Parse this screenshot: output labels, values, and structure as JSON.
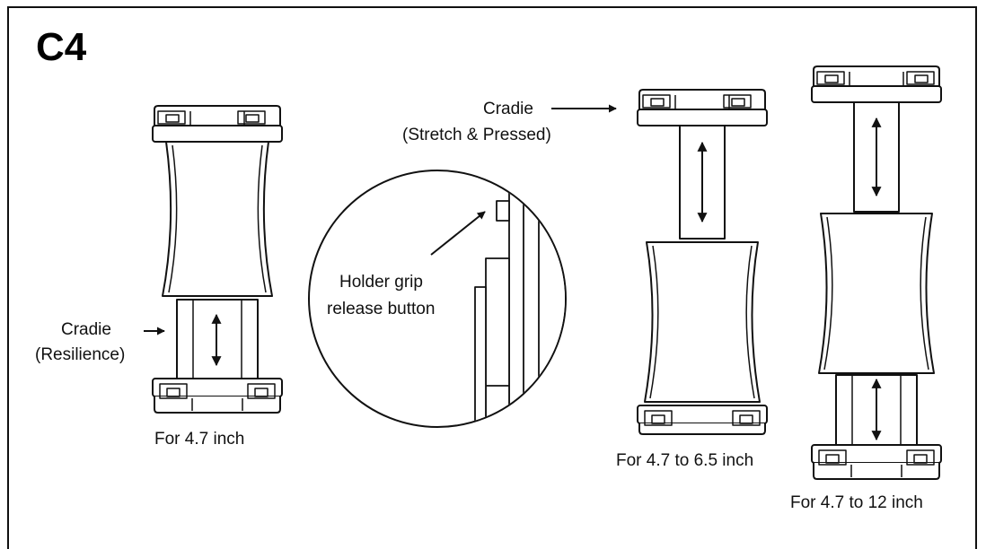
{
  "section": "C4",
  "labels": {
    "cradle_resilience_1": "Cradie",
    "cradle_resilience_2": "(Resilience)",
    "cradle_stretch_1": "Cradie",
    "cradle_stretch_2": "(Stretch & Pressed)",
    "grip_1": "Holder grip",
    "grip_2": "release button"
  },
  "captions": {
    "c1": "For 4.7 inch",
    "c2": "For 4.7 to 6.5 inch",
    "c3": "For 4.7 to 12 inch"
  },
  "colors": {
    "ink": "#111111",
    "fill": "#ffffff"
  }
}
